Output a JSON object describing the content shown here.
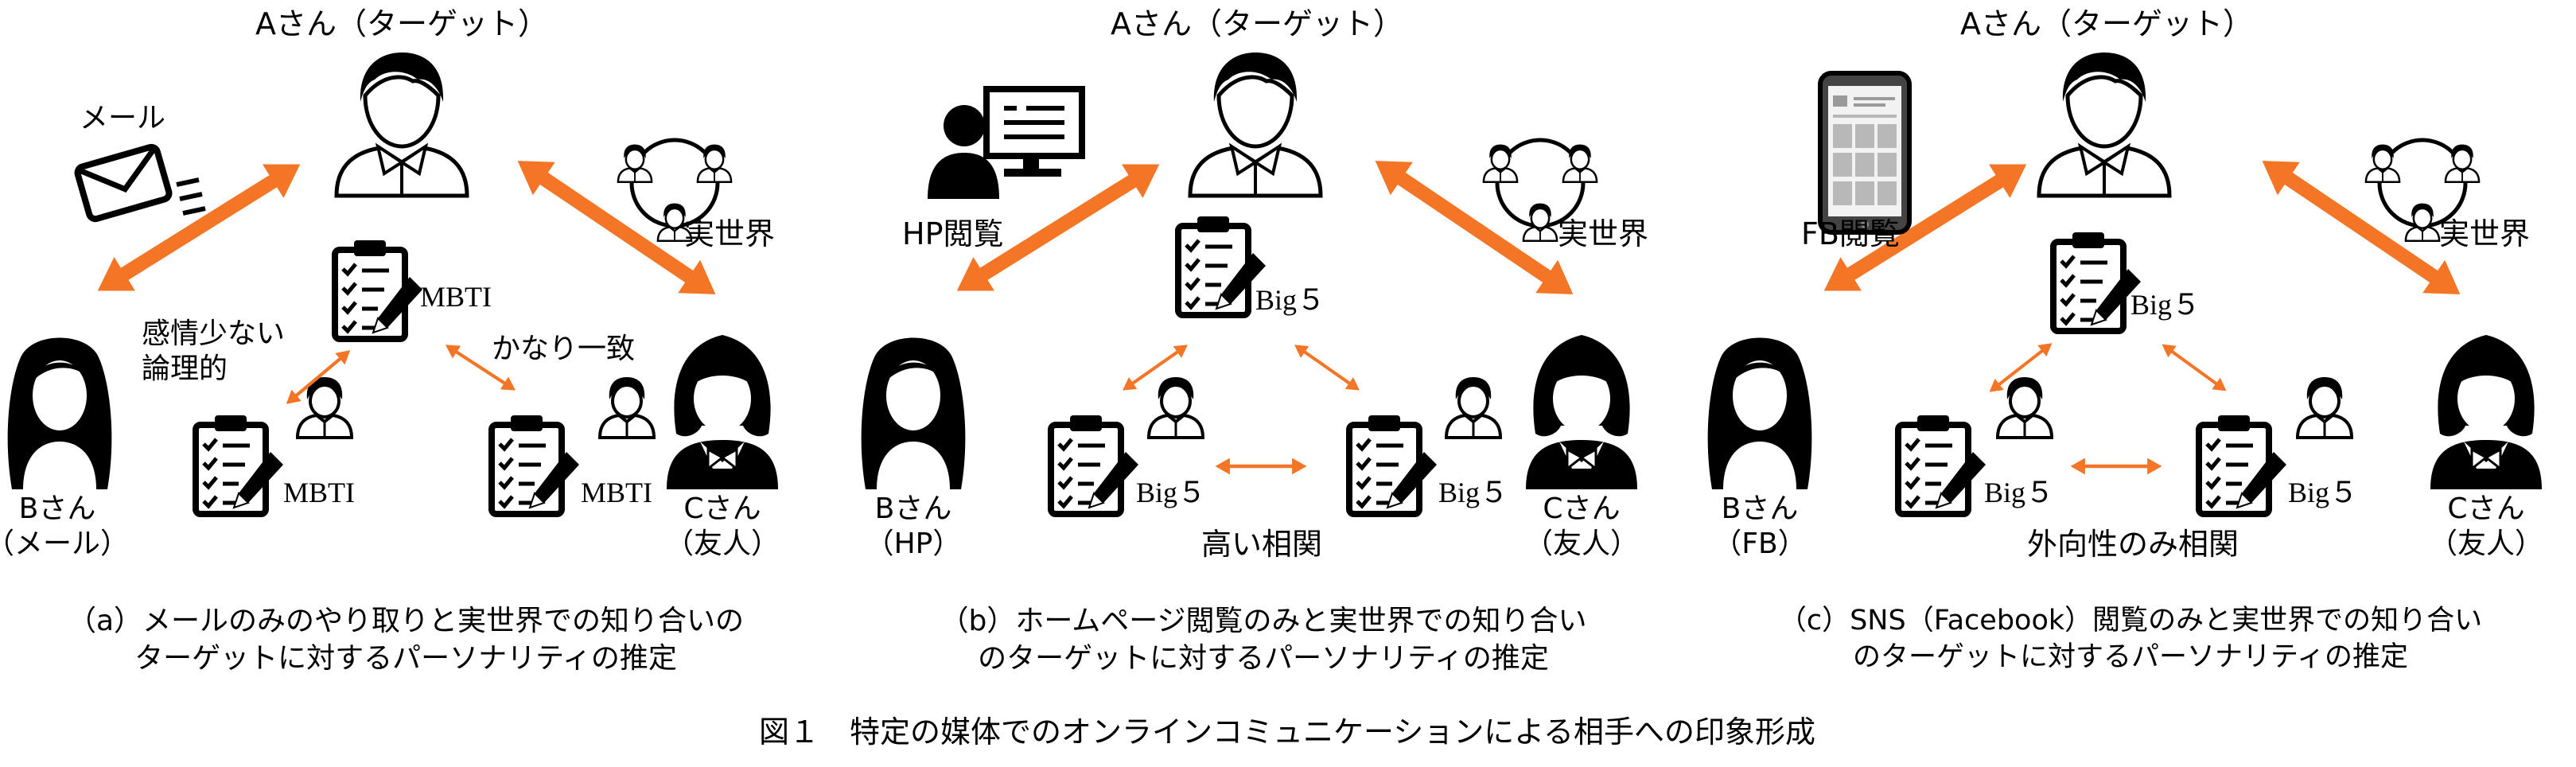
{
  "colors": {
    "arrow": "#f47525",
    "ink": "#000000",
    "background": "#ffffff"
  },
  "panels": [
    {
      "target": "Aさん（ターゲット）",
      "media_label": "メール",
      "media_icon": "envelope-icon",
      "left_person": "Bさん\n（メール）",
      "right_person": "Cさん\n（友人）",
      "real_world": "実世界",
      "test_a": "MBTI",
      "test_b": "MBTI",
      "test_c": "MBTI",
      "left_note": "感情少ない\n論理的",
      "right_note": "かなり一致",
      "bottom_note": "",
      "caption": "（a）メールのみのやり取りと実世界での知り合いの\nターゲットに対するパーソナリティの推定"
    },
    {
      "target": "Aさん（ターゲット）",
      "media_label": "HP閲覧",
      "media_icon": "computer-user-icon",
      "left_person": "Bさん\n（HP）",
      "right_person": "Cさん\n（友人）",
      "real_world": "実世界",
      "test_a": "Big５",
      "test_b": "Big５",
      "test_c": "Big５",
      "left_note": "",
      "right_note": "",
      "bottom_note": "高い相関",
      "caption": "（b）ホームページ閲覧のみと実世界での知り合い\nのターゲットに対するパーソナリティの推定"
    },
    {
      "target": "Aさん（ターゲット）",
      "media_label": "FB閲覧",
      "media_icon": "smartphone-icon",
      "left_person": "Bさん\n（FB）",
      "right_person": "Cさん\n（友人）",
      "real_world": "実世界",
      "test_a": "Big５",
      "test_b": "Big５",
      "test_c": "Big５",
      "left_note": "",
      "right_note": "",
      "bottom_note": "外向性のみ相関",
      "caption": "（c）SNS（Facebook）閲覧のみと実世界での知り合い\nのターゲットに対するパーソナリティの推定"
    }
  ],
  "figure_caption": "図１　特定の媒体でのオンラインコミュニケーションによる相手への印象形成"
}
